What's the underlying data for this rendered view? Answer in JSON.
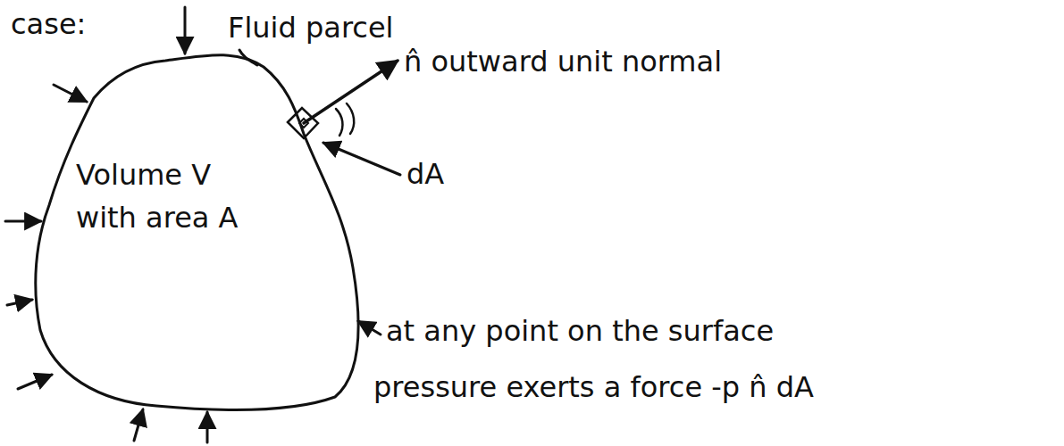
{
  "diagram": {
    "nodes": [
      {
        "text": [
          "Volume V with area A"
        ]
      }
    ],
    "labels": [
      "case:",
      "Fluid parcel",
      "n̂ outward unit normal",
      "dA",
      "at any point on the surface",
      "pressure exerts a force -p n̂ dA"
    ]
  }
}
